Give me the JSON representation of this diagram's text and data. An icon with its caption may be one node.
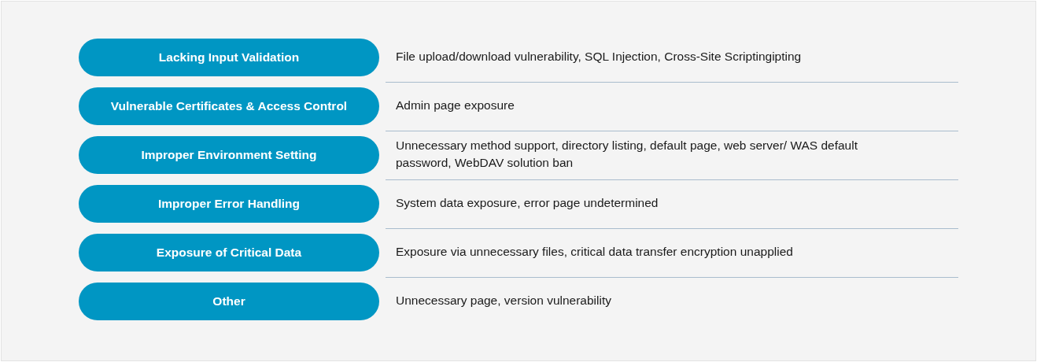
{
  "diagram": {
    "nodes": [
      {
        "text": [
          "Lacking Input Validation"
        ],
        "beside": [
          "File upload/download vulnerability, SQL Injection, Cross-Site Scriptingipting"
        ]
      },
      {
        "text": [
          "Vulnerable Certificates & Access Control"
        ],
        "beside": [
          "Admin page exposure"
        ]
      },
      {
        "text": [
          "Improper Environment Setting"
        ],
        "beside": [
          "Unnecessary method support, directory listing, default page, web server/ WAS default password, WebDAV solution ban"
        ]
      },
      {
        "text": [
          "Improper Error Handling"
        ],
        "beside": [
          "System data exposure, error page undetermined"
        ]
      },
      {
        "text": [
          "Exposure of Critical Data"
        ],
        "beside": [
          "Exposure via unnecessary files, critical data transfer encryption unapplied"
        ]
      },
      {
        "text": [
          "Other"
        ],
        "beside": [
          "Unnecessary page, version vulnerability"
        ]
      }
    ]
  }
}
